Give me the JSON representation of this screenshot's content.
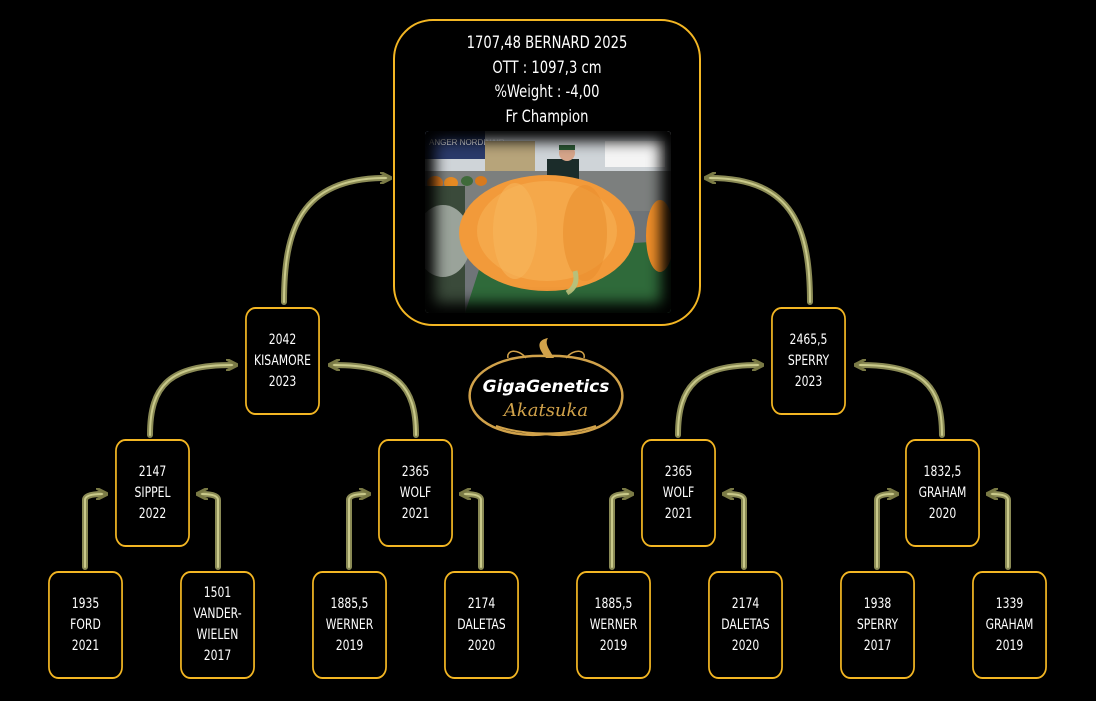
{
  "root": {
    "line1": "1707,48 BERNARD 2025",
    "line2": "OTT : 1097,3 cm",
    "line3": "%Weight : -4,00",
    "line4": "Fr Champion",
    "photo_banner": "ANGER NORDINAIR"
  },
  "logo": {
    "brand": "GigaGenetics",
    "sub": "Akatsuka"
  },
  "nodes": {
    "kisamore": [
      "2042",
      "KISAMORE",
      "2023"
    ],
    "sperry_top": [
      "2465,5",
      "SPERRY",
      "2023"
    ],
    "sippel": [
      "2147",
      "SIPPEL",
      "2022"
    ],
    "wolf_left": [
      "2365",
      "WOLF",
      "2021"
    ],
    "wolf_right": [
      "2365",
      "WOLF",
      "2021"
    ],
    "graham_mid": [
      "1832,5",
      "GRAHAM",
      "2020"
    ],
    "ford": [
      "1935",
      "FORD",
      "2021"
    ],
    "vanderwielen": [
      "1501",
      "VANDER-",
      "WIELEN",
      "2017"
    ],
    "werner_left": [
      "1885,5",
      "WERNER",
      "2019"
    ],
    "daletas_left": [
      "2174",
      "DALETAS",
      "2020"
    ],
    "werner_right": [
      "1885,5",
      "WERNER",
      "2019"
    ],
    "daletas_right": [
      "2174",
      "DALETAS",
      "2020"
    ],
    "sperry_bottom": [
      "1938",
      "SPERRY",
      "2017"
    ],
    "graham_bottom": [
      "1339",
      "GRAHAM",
      "2019"
    ]
  }
}
